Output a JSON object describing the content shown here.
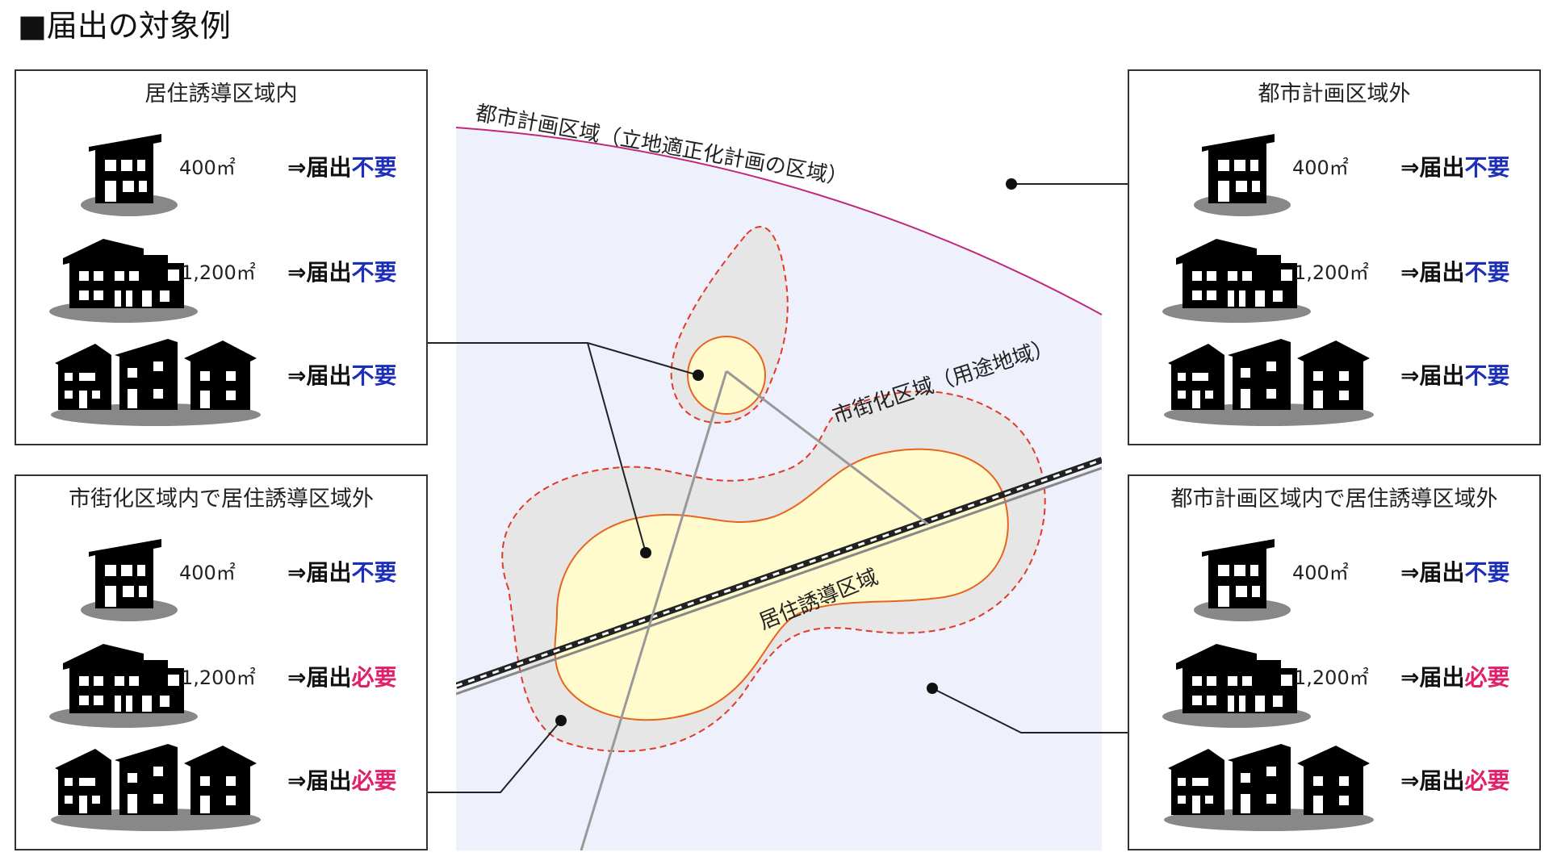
{
  "page_title": "■届出の対象例",
  "colors": {
    "status_unneeded": "#1d2fb8",
    "status_needed": "#e0206a",
    "planning_boundary": "#c0287a",
    "urbanization_boundary": "#e03a2a",
    "residential_boundary": "#e8641e",
    "residential_fill": "#fffbcc",
    "urbanization_fill": "#e6e6e6",
    "planning_fill": "#eef1fb"
  },
  "verdict_prefix": "⇒届出",
  "panels": {
    "top_left": {
      "title": "居住誘導区域内",
      "rows": [
        {
          "icon": "single-house-icon",
          "area": "400㎡",
          "status": "不要",
          "needed": false
        },
        {
          "icon": "large-house-icon",
          "area": "1,200㎡",
          "status": "不要",
          "needed": false
        },
        {
          "icon": "three-houses-icon",
          "area": "",
          "status": "不要",
          "needed": false
        }
      ]
    },
    "bottom_left": {
      "title": "市街化区域内で居住誘導区域外",
      "rows": [
        {
          "icon": "single-house-icon",
          "area": "400㎡",
          "status": "不要",
          "needed": false
        },
        {
          "icon": "large-house-icon",
          "area": "1,200㎡",
          "status": "必要",
          "needed": true
        },
        {
          "icon": "three-houses-icon",
          "area": "",
          "status": "必要",
          "needed": true
        }
      ]
    },
    "top_right": {
      "title": "都市計画区域外",
      "rows": [
        {
          "icon": "single-house-icon",
          "area": "400㎡",
          "status": "不要",
          "needed": false
        },
        {
          "icon": "large-house-icon",
          "area": "1,200㎡",
          "status": "不要",
          "needed": false
        },
        {
          "icon": "three-houses-icon",
          "area": "",
          "status": "不要",
          "needed": false
        }
      ]
    },
    "bottom_right": {
      "title": "都市計画区域内で居住誘導区域外",
      "rows": [
        {
          "icon": "single-house-icon",
          "area": "400㎡",
          "status": "不要",
          "needed": false
        },
        {
          "icon": "large-house-icon",
          "area": "1,200㎡",
          "status": "必要",
          "needed": true
        },
        {
          "icon": "three-houses-icon",
          "area": "",
          "status": "必要",
          "needed": true
        }
      ]
    }
  },
  "map": {
    "planning_area_label": "都市計画区域（立地適正化計画の区域）",
    "urbanization_area_label": "市街化区域（用途地域）",
    "residential_area_label": "居住誘導区域",
    "railway_icon": "railway-icon"
  }
}
